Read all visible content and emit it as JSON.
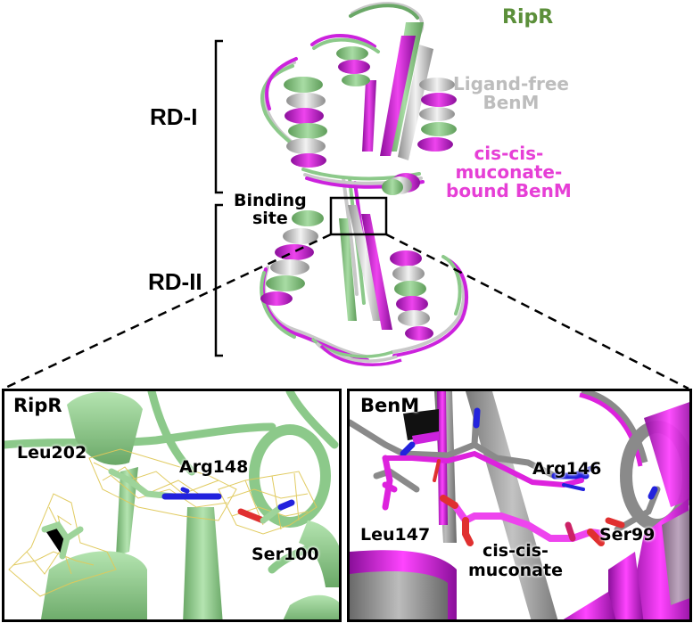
{
  "figure": {
    "overview": {
      "domains": [
        {
          "id": "rd1",
          "label": "RD-I"
        },
        {
          "id": "rd2",
          "label": "RD-II"
        }
      ],
      "binding_site_label_line1": "Binding",
      "binding_site_label_line2": "site",
      "legend": [
        {
          "name": "RipR",
          "line1": "RipR",
          "line2": "",
          "color": "#5b8f3a"
        },
        {
          "name": "Ligand-free BenM",
          "line1": "Ligand-free",
          "line2": "BenM",
          "color": "#bdbdbd"
        },
        {
          "name": "cis-cis-muconate-bound BenM",
          "line1": "cis-cis-",
          "line2": "muconate-",
          "line3": "bound BenM",
          "color": "#e63fd6"
        }
      ],
      "structure_colors": {
        "ripr": "#8cc98a",
        "ripr_dark": "#5a9a5a",
        "benm_free": "#c8c8c8",
        "benm_bound": "#cc22dd"
      }
    },
    "panels": [
      {
        "id": "ripr-panel",
        "title": "RipR",
        "residues": [
          {
            "label": "Leu202"
          },
          {
            "label": "Arg148"
          },
          {
            "label": "Ser100"
          }
        ],
        "colors": {
          "ribbon": "#9ed49a",
          "mesh": "#e8d466",
          "nitrogen": "#2222dd",
          "oxygen": "#e03030"
        }
      },
      {
        "id": "benm-panel",
        "title": "BenM",
        "residues": [
          {
            "label": "Arg146"
          },
          {
            "label": "Leu147"
          },
          {
            "label": "Ser99"
          }
        ],
        "ligand_line1": "cis-cis-",
        "ligand_line2": "muconate",
        "colors": {
          "gray": "#8a8a8a",
          "magenta": "#e020e0",
          "nitrogen": "#2222dd",
          "oxygen": "#e03030"
        }
      }
    ]
  }
}
